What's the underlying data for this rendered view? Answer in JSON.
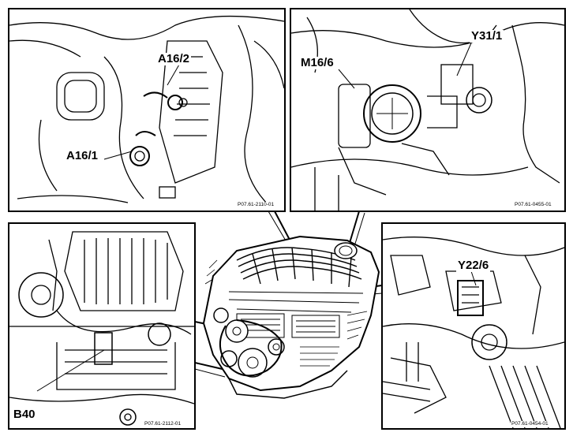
{
  "panels": {
    "top_left": {
      "labels": {
        "a": "A16/2",
        "b": "A16/1"
      },
      "ref": "P07.61-2110-01"
    },
    "top_right": {
      "labels": {
        "a": "Y31/1",
        "b": "M16/6"
      },
      "ref": "P07.61-0455-01"
    },
    "bottom_left": {
      "labels": {
        "a": "B40"
      },
      "ref": "P07.61-2112-01"
    },
    "bottom_right": {
      "labels": {
        "a": "Y22/6"
      },
      "ref": "P07.61-0454-01"
    }
  },
  "colors": {
    "ink": "#000000",
    "paper": "#ffffff"
  }
}
